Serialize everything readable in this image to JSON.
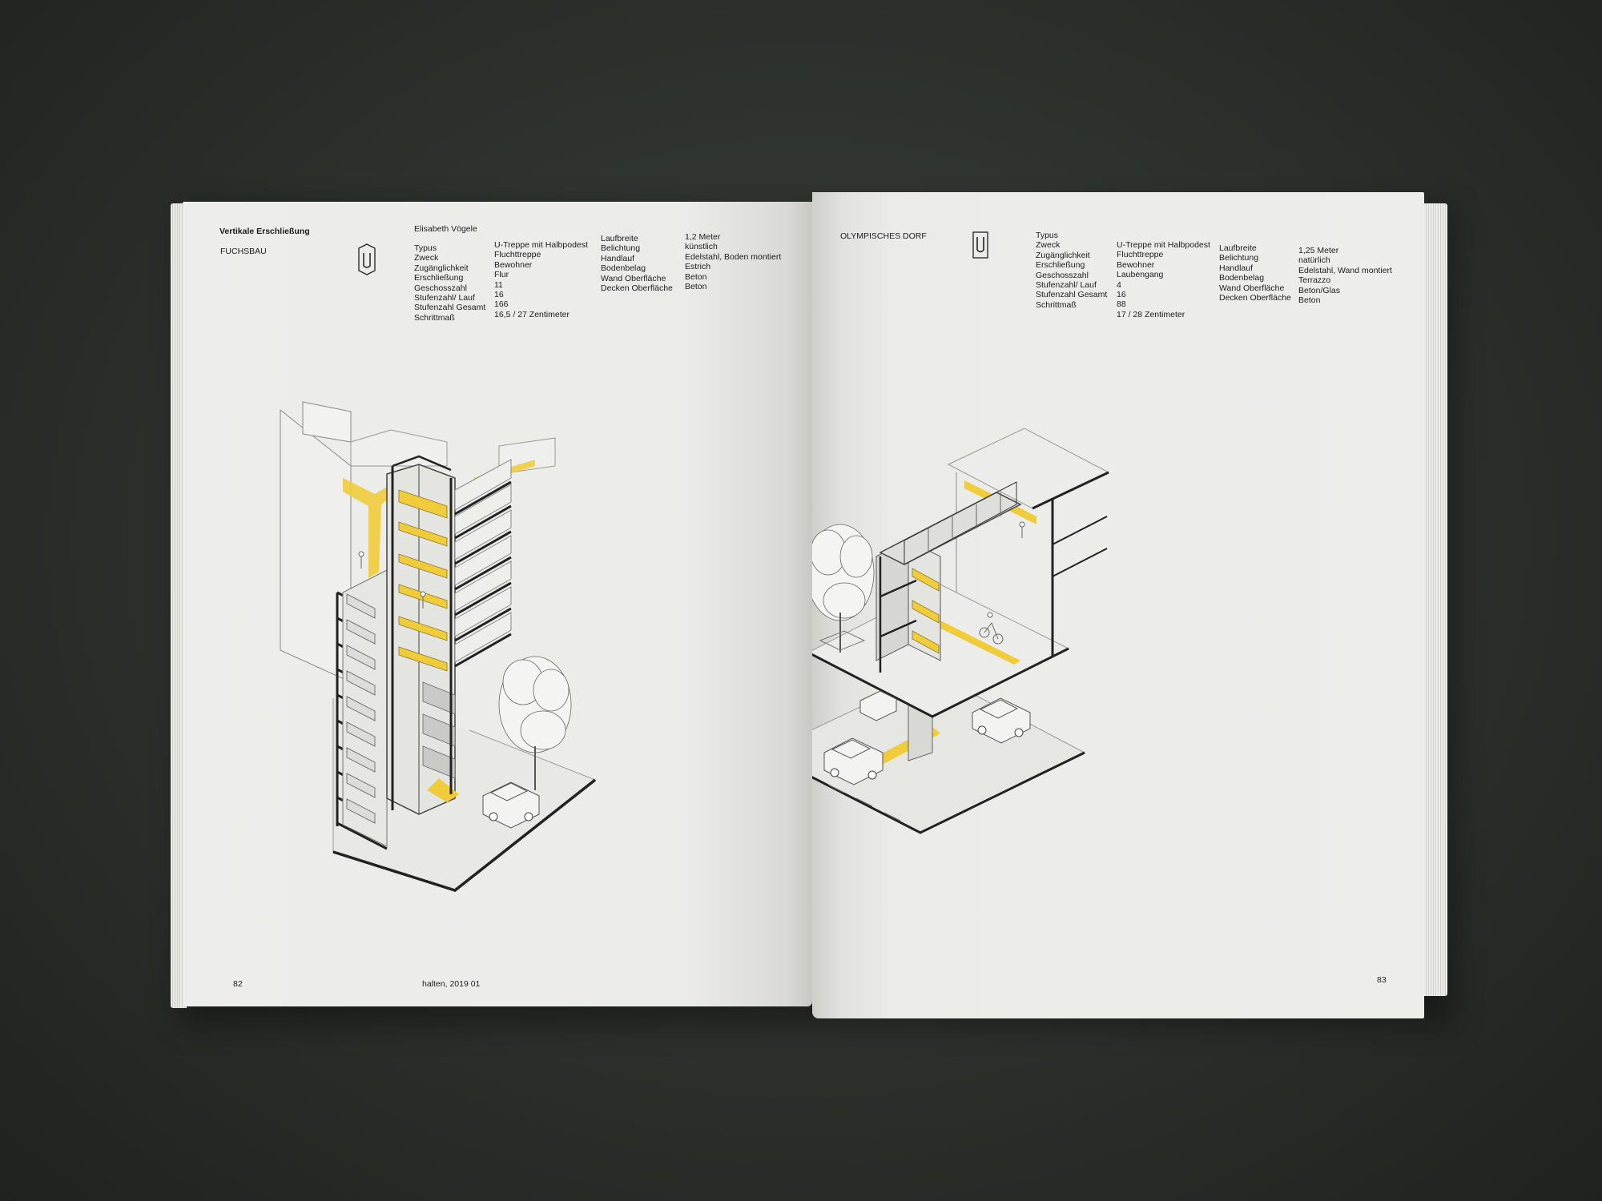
{
  "left_page": {
    "section_title": "Vertikale Erschließung",
    "building": "FUCHSBAU",
    "author": "Elisabeth Vögele",
    "specs_labels": [
      "Typus",
      "Zweck",
      "Zugänglichkeit",
      "Erschließung",
      "Geschosszahl",
      "Stufenzahl/ Lauf",
      "Stufenzahl Gesamt",
      "Schrittmaß"
    ],
    "specs_values": [
      "U-Treppe mit Halbpodest",
      "Fluchttreppe",
      "Bewohner",
      "Flur",
      "11",
      "16",
      "166",
      "16,5 / 27 Zentimeter"
    ],
    "specs2_labels": [
      "Laufbreite",
      "Belichtung",
      "Handlauf",
      "Bodenbelag",
      "Wand Oberfläche",
      "Decken Oberfläche"
    ],
    "specs2_values": [
      "1,2 Meter",
      "künstlich",
      "Edelstahl, Boden montiert",
      "Estrich",
      "Beton",
      "Beton"
    ],
    "page_number": "82",
    "footer": "halten, 2019 01",
    "icon": "u-stair-icon"
  },
  "right_page": {
    "building": "OLYMPISCHES DORF",
    "specs_labels": [
      "Typus",
      "Zweck",
      "Zugänglichkeit",
      "Erschließung",
      "Geschosszahl",
      "Stufenzahl/ Lauf",
      "Stufenzahl Gesamt",
      "Schrittmaß"
    ],
    "specs_values": [
      "U-Treppe mit Halbpodest",
      "Fluchttreppe",
      "Bewohner",
      "Laubengang",
      "4",
      "16",
      "88",
      "17 / 28 Zentimeter"
    ],
    "specs2_labels": [
      "Laufbreite",
      "Belichtung",
      "Handlauf",
      "Bodenbelag",
      "Wand Oberfläche",
      "Decken Oberfläche"
    ],
    "specs2_values": [
      "1,25 Meter",
      "natürlich",
      "Edelstahl, Wand montiert",
      "Terrazzo",
      "Beton/Glas",
      "Beton"
    ],
    "page_number": "83",
    "icon": "u-stair-icon"
  },
  "colors": {
    "highlight": "#f0cc3a",
    "ink": "#1c1c1c",
    "background": "#2b302b",
    "paper": "#ececea"
  }
}
